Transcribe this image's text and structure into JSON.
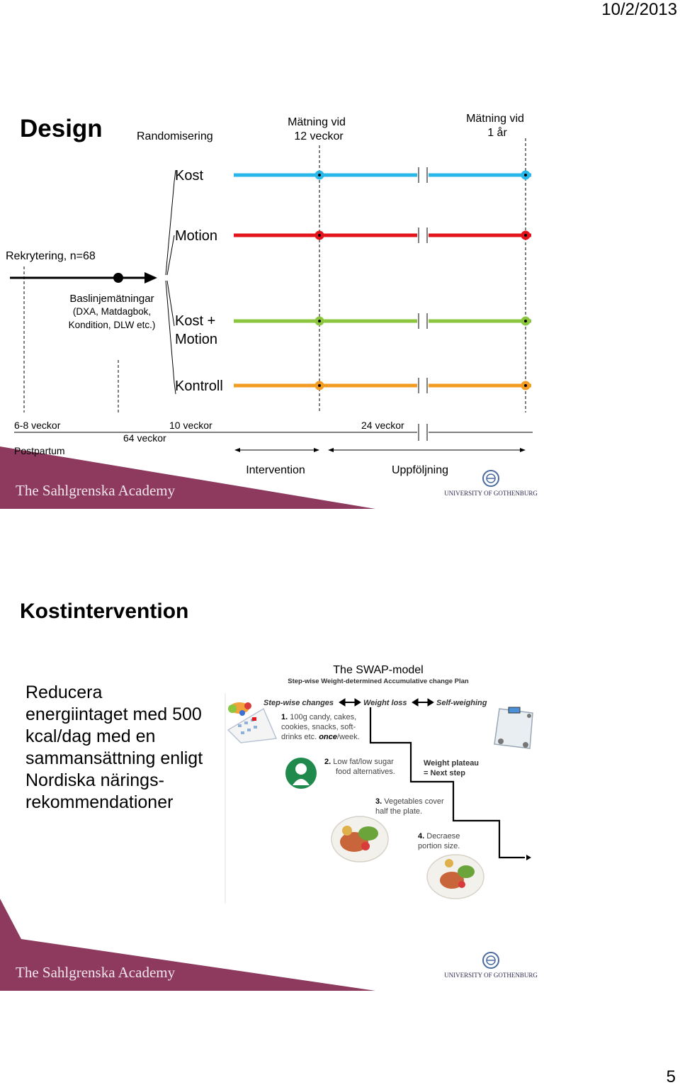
{
  "header": {
    "date": "10/2/2013"
  },
  "footer": {
    "page_number": "5"
  },
  "branding": {
    "academy": "The Sahlgrenska Academy",
    "university": "UNIVERSITY OF GOTHENBURG",
    "colors": {
      "footer_band": "#8e3a5e"
    }
  },
  "slide1": {
    "title": "Design",
    "headers": {
      "randomisering": "Randomisering",
      "matning_12_line1": "Mätning vid",
      "matning_12_line2": "12 veckor",
      "matning_1ar_line1": "Mätning vid",
      "matning_1ar_line2": "1 år"
    },
    "recruitment": "Rekrytering, n=68",
    "baseline": {
      "line1": "Baslinjemätningar",
      "line2": "(DXA, Matdagbok,",
      "line3": "Kondition, DLW etc.)"
    },
    "arms": [
      {
        "label1": "Kost",
        "label2": "",
        "color": "#29b6e8"
      },
      {
        "label1": "Motion",
        "label2": "",
        "color": "#e3141b"
      },
      {
        "label1": "Kost +",
        "label2": "Motion",
        "color": "#8cc63f"
      },
      {
        "label1": "Kontroll",
        "label2": "",
        "color": "#f29b22"
      }
    ],
    "timeline": {
      "w1": "6-8 veckor",
      "w2": "10 veckor",
      "w3": "24 veckor",
      "w4": "64 veckor",
      "postpartum": "Postpartum",
      "intervention": "Intervention",
      "uppfoljning": "Uppföljning"
    }
  },
  "slide2": {
    "title": "Kostintervention",
    "body_lines": [
      "Reducera",
      "energiintaget med 500",
      "kcal/dag med en",
      "sammansättning enligt",
      "Nordiska närings-",
      "rekommendationer"
    ],
    "swap": {
      "title": "The SWAP-model",
      "subtitle": "Step-wise Weight-determined Accumulative change Plan",
      "hdr_step": "Step-wise changes",
      "hdr_weightloss": "Weight loss",
      "hdr_selfweigh": "Self-weighing",
      "s1_num": "1.",
      "s1_l1": "100g candy, cakes,",
      "s1_l2": "cookies, snacks, soft-",
      "s1_l3": "drinks etc.",
      "s1_once": "once",
      "s1_week": "/week.",
      "s2_num": "2.",
      "s2_l1": "Low fat/low sugar",
      "s2_l2": "food alternatives.",
      "s3_num": "3.",
      "s3_l1": "Vegetables cover",
      "s3_l2": "half the plate.",
      "s4_num": "4.",
      "s4_l1": "Decraese",
      "s4_l2": "portion size.",
      "plateau_l1": "Weight plateau",
      "plateau_l2": "= Next step"
    }
  }
}
